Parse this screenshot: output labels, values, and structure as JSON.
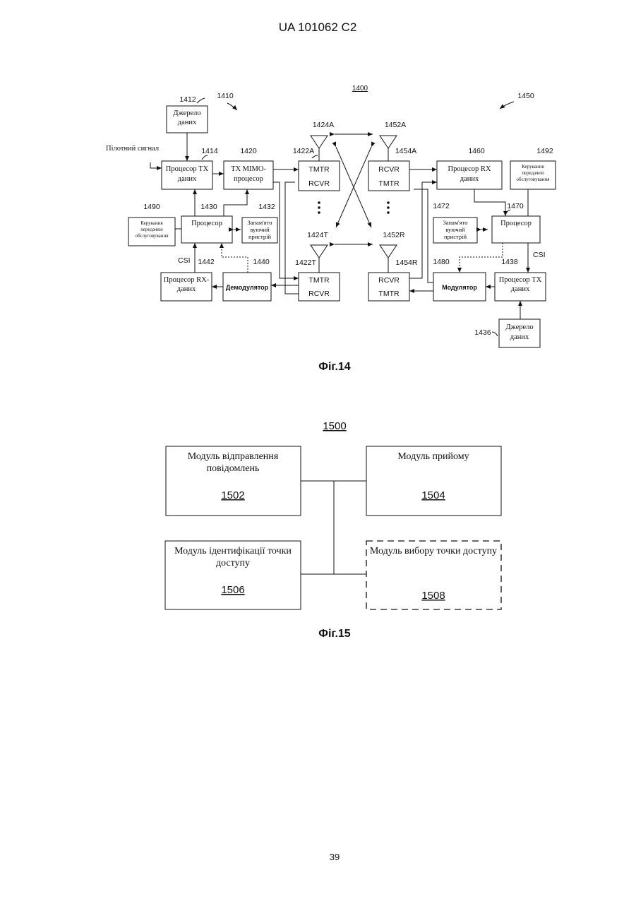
{
  "header": {
    "text": "UA   101062   C2"
  },
  "page_number": "39",
  "fig14": {
    "caption": "Фіг.14",
    "ref_main": "1400",
    "ref_left": "1410",
    "ref_right": "1450",
    "pilot_label": "Пілотний сигнал",
    "csi_left": "CSI",
    "csi_right": "CSI",
    "blocks": {
      "data_src_left": {
        "num": "1412",
        "l1": "Джерело",
        "l2": "даних"
      },
      "tx_data_proc": {
        "num": "1414",
        "l1": "Процесор TX",
        "l2": "даних"
      },
      "tx_mimo": {
        "num": "1420",
        "l1": "TX MIMO-",
        "l2": "процесор"
      },
      "tmtr_a": {
        "num": "1422A",
        "l1": "TMTR",
        "l2": "RCVR"
      },
      "tmtr_t": {
        "num": "1422T",
        "l1": "TMTR",
        "l2": "RCVR"
      },
      "rcvr_a": {
        "num": "1454A",
        "l1": "RCVR",
        "l2": "TMTR"
      },
      "rcvr_r": {
        "num": "1454R",
        "l1": "RCVR",
        "l2": "TMTR"
      },
      "rx_data_proc_r": {
        "num": "1460",
        "l1": "Процесор RX",
        "l2": "даних"
      },
      "handover_r": {
        "num": "1492",
        "l1": "Керування",
        "l2": "передачею",
        "l3": "обслуговування"
      },
      "handover_l": {
        "num": "1490",
        "l1": "Керування",
        "l2": "передачею",
        "l3": "обслуговування"
      },
      "proc_l": {
        "num": "1430",
        "l1": "Процесор"
      },
      "mem_l": {
        "num": "1432",
        "l1": "Запам'ято",
        "l2": "вуючий",
        "l3": "пристрій"
      },
      "mem_r": {
        "num": "1472",
        "l1": "Запам'ято",
        "l2": "вуючий",
        "l3": "пристрій"
      },
      "proc_r": {
        "num": "1470",
        "l1": "Процесор"
      },
      "rx_data_proc_l": {
        "num": "1442",
        "l1": "Процесор RX-",
        "l2": "даних"
      },
      "demod": {
        "num": "1440",
        "l1": "Демодулятор"
      },
      "mod": {
        "num": "1480",
        "l1": "Модулятор"
      },
      "tx_data_proc_r": {
        "num": "1438",
        "l1": "Процесор TX",
        "l2": "даних"
      },
      "data_src_right": {
        "num": "1436",
        "l1": "Джерело",
        "l2": "даних"
      }
    },
    "antennas": {
      "a_left": "1424A",
      "a_right": "1452A",
      "t_left": "1424T",
      "r_right": "1452R"
    }
  },
  "fig15": {
    "caption": "Фіг.15",
    "ref": "1500",
    "modules": [
      {
        "num": "1502",
        "l1": "Модуль відправлення",
        "l2": "повідомлень"
      },
      {
        "num": "1504",
        "l1": "Модуль прийому",
        "l2": ""
      },
      {
        "num": "1506",
        "l1": "Модуль ідентифікації точки",
        "l2": "доступу"
      },
      {
        "num": "1508",
        "l1": "Модуль вибору точки доступу",
        "l2": ""
      }
    ]
  }
}
